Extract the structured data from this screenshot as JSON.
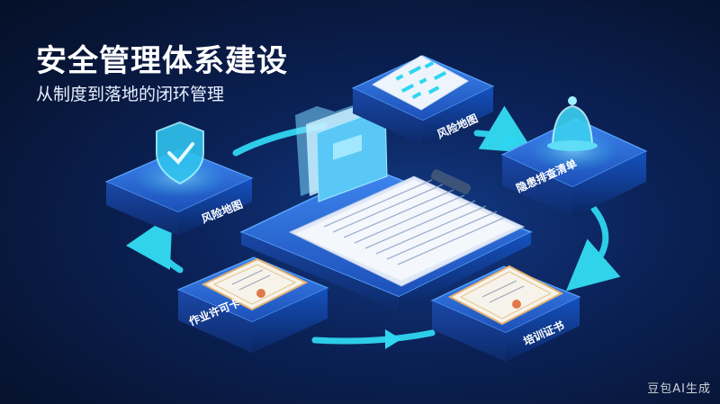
{
  "header": {
    "title": "安全管理体系建设",
    "subtitle": "从制度到落地的闭环管理"
  },
  "nodes": [
    {
      "id": "shield",
      "label": "风险地图",
      "icon": "shield-check-icon"
    },
    {
      "id": "map",
      "label": "风险地图",
      "icon": "risk-map-icon"
    },
    {
      "id": "bell",
      "label": "隐患排查清单",
      "icon": "bell-icon"
    },
    {
      "id": "training",
      "label": "培训证书",
      "icon": "certificate-icon"
    },
    {
      "id": "permit",
      "label": "作业许可卡",
      "icon": "permit-card-icon"
    }
  ],
  "center": {
    "icon": "folder-clipboard-icon"
  },
  "watermark": "豆包AI生成",
  "colors": {
    "accent": "#2fd6f0",
    "platform": "#1f5fd0",
    "background": "#0b2258"
  }
}
